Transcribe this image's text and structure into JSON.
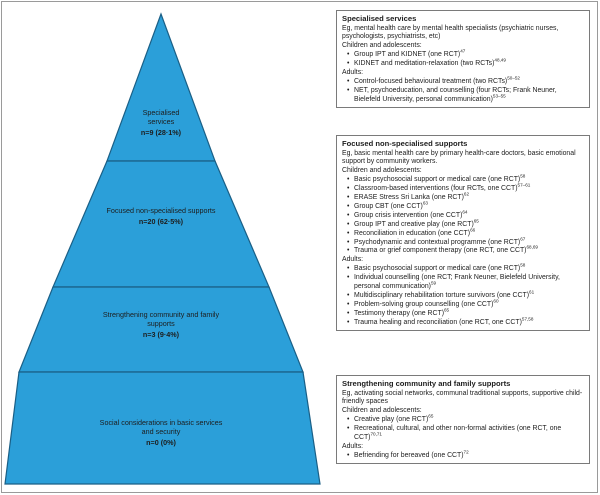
{
  "pyramid": {
    "tiers": [
      {
        "label": "Specialised services",
        "count": "n=9 (28·1%)"
      },
      {
        "label": "Focused non-specialised supports",
        "count": "n=20 (62·5%)"
      },
      {
        "label": "Strengthening community and family supports",
        "count": "n=3 (9·4%)"
      },
      {
        "label": "Social considerations in basic services and security",
        "count": "n=0 (0%)"
      }
    ],
    "colors": {
      "fill": "#2b9fd9",
      "stroke": "#1a5f86"
    }
  },
  "boxes": [
    {
      "title": "Specialised services",
      "description": "Eg, mental health care by mental health specialists (psychiatric nurses, psychologists, psychiatrists, etc)",
      "groups": [
        {
          "heading": "Children and adolescents:",
          "items": [
            {
              "text": "Group IPT and KIDNET (one RCT)",
              "ref": "47"
            },
            {
              "text": "KIDNET and meditation-relaxation (two RCTs)",
              "ref": "48,49"
            }
          ]
        },
        {
          "heading": "Adults:",
          "items": [
            {
              "text": "Control-focused behavioural treatment (two RCTs)",
              "ref": "50–52"
            },
            {
              "text": "NET, psychoeducation, and counselling (four RCTs; Frank Neuner, Bielefeld University, personal communication)",
              "ref": "53–55"
            }
          ]
        }
      ]
    },
    {
      "title": "Focused non-specialised supports",
      "description": "Eg, basic mental health care by primary health-care doctors, basic emotional support by community workers.",
      "groups": [
        {
          "heading": "Children and adolescents:",
          "items": [
            {
              "text": "Basic psychosocial support or medical care (one RCT)",
              "ref": "58"
            },
            {
              "text": "Classroom-based interventions (four RCTs, one CCT)",
              "ref": "57–61"
            },
            {
              "text": "ERASE Stress Sri Lanka (one RCT)",
              "ref": "62"
            },
            {
              "text": "Group CBT (one CCT)",
              "ref": "63"
            },
            {
              "text": "Group crisis intervention (one CCT)",
              "ref": "64"
            },
            {
              "text": "Group IPT and creative play (one RCT)",
              "ref": "65"
            },
            {
              "text": "Reconciliation in education (one CCT)",
              "ref": "66"
            },
            {
              "text": "Psychodynamic and contextual programme (one RCT)",
              "ref": "67"
            },
            {
              "text": "Trauma or grief component therapy (one RCT, one CCT)",
              "ref": "68,69"
            }
          ]
        },
        {
          "heading": "Adults:",
          "items": [
            {
              "text": "Basic psychosocial support or medical care (one RCT)",
              "ref": "58"
            },
            {
              "text": "Individual counselling (one RCT; Frank Neuner, Bielefeld University, personal communication)",
              "ref": "59"
            },
            {
              "text": "Multidisciplinary rehabilitation torture survivors (one CCT)",
              "ref": "61"
            },
            {
              "text": "Problem-solving group counselling (one CCT)",
              "ref": "60"
            },
            {
              "text": "Testimony therapy (one RCT)",
              "ref": "65"
            },
            {
              "text": "Trauma healing and reconciliation (one RCT, one CCT)",
              "ref": "57,58"
            }
          ]
        }
      ]
    },
    {
      "title": "Strengthening community and family supports",
      "description": "Eg, activating social networks, communal traditional supports, supportive child-friendly spaces",
      "groups": [
        {
          "heading": "Children and adolescents:",
          "items": [
            {
              "text": "Creative play (one RCT)",
              "ref": "65"
            },
            {
              "text": "Recreational, cultural, and other non-formal activities (one RCT, one CCT)",
              "ref": "70,71"
            }
          ]
        },
        {
          "heading": "Adults:",
          "items": [
            {
              "text": "Befriending for bereaved (one CCT)",
              "ref": "72"
            }
          ]
        }
      ]
    }
  ]
}
